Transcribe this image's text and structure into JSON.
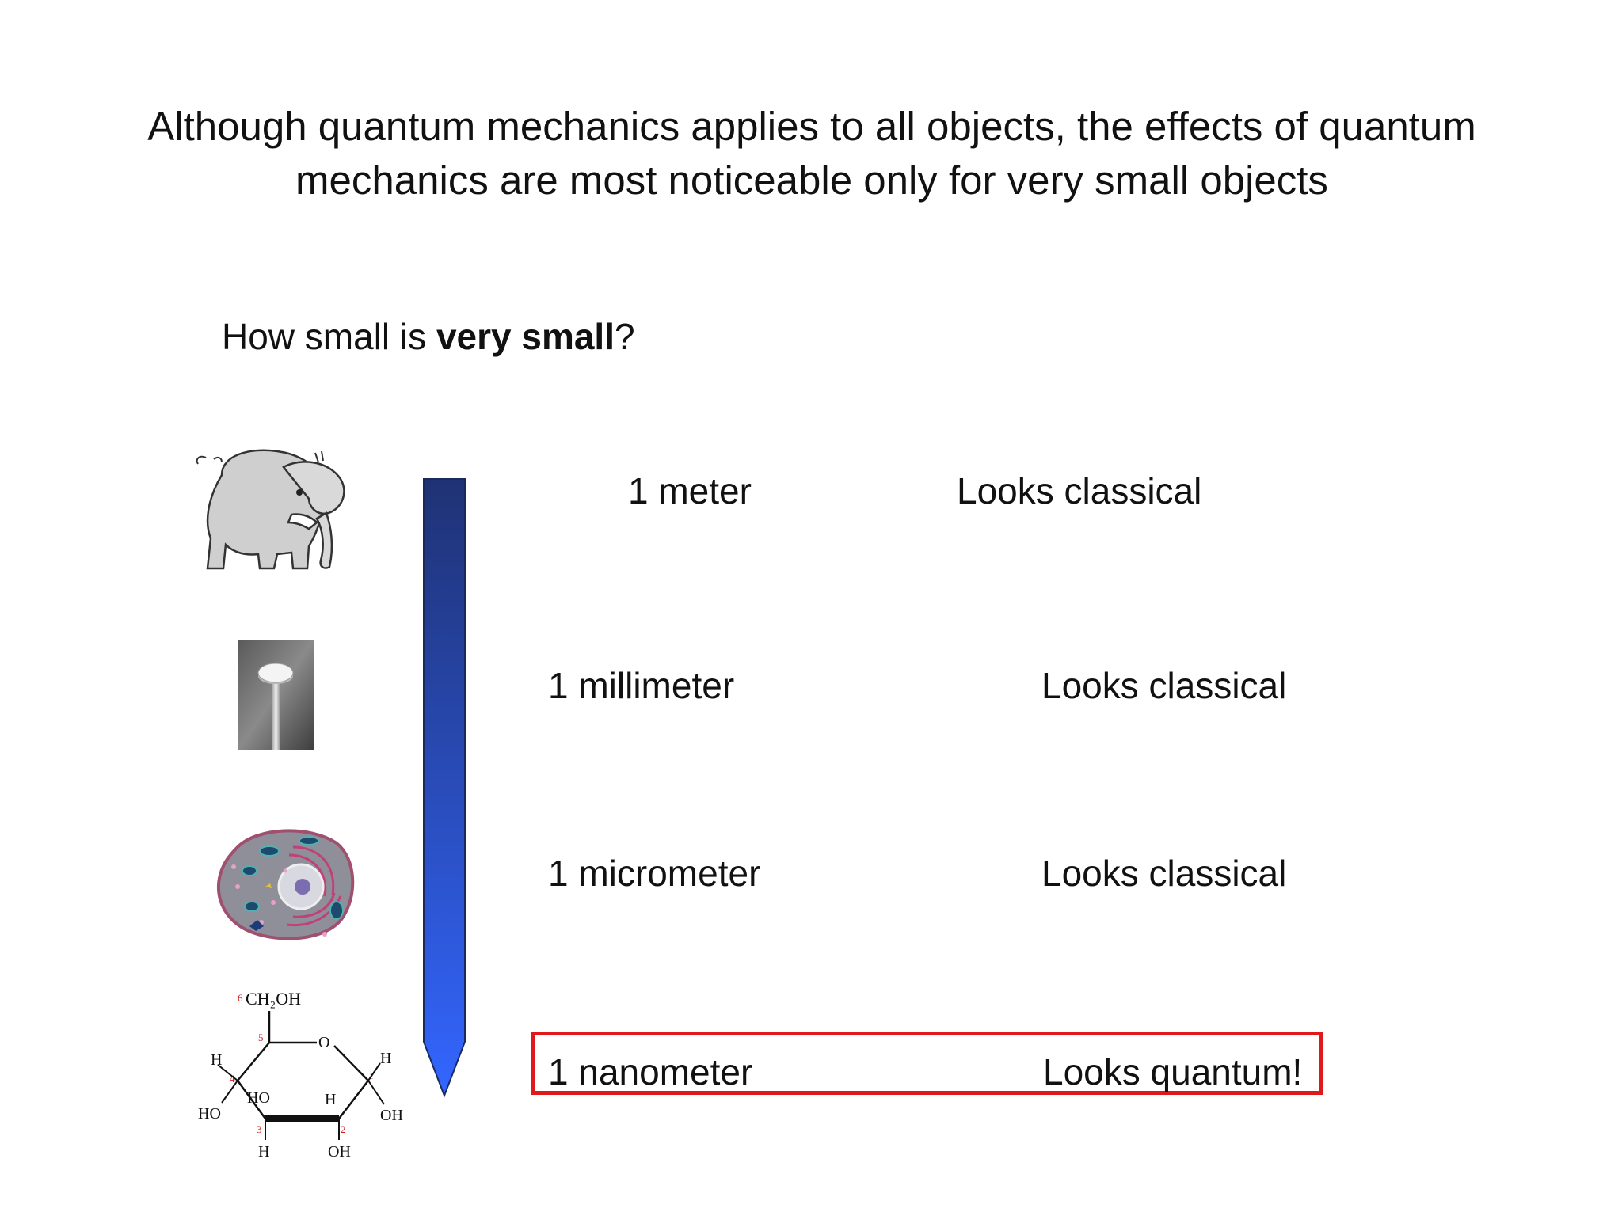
{
  "title_line1": "Although quantum mechanics applies to all objects, the effects of quantum",
  "title_line2": "mechanics are most noticeable only for very small objects",
  "question": {
    "prefix": "How small is ",
    "bold": "very small",
    "suffix": "?"
  },
  "arrow_colors": {
    "top": "#1f3274",
    "bottom": "#3366ff"
  },
  "highlight_color": "#e0191b",
  "rows": [
    {
      "size": "1 meter",
      "verdict": "Looks classical",
      "icon": "elephant-icon"
    },
    {
      "size": "1 millimeter",
      "verdict": "Looks classical",
      "icon": "pin-icon"
    },
    {
      "size": "1 micrometer",
      "verdict": "Looks classical",
      "icon": "cell-icon"
    },
    {
      "size": "1 nanometer",
      "verdict": "Looks quantum!",
      "icon": "glucose-molecule-icon"
    }
  ],
  "molecule_labels": {
    "ch2oh": "CH₂OH",
    "o": "O",
    "h": "H",
    "ho": "HO",
    "oh": "OH",
    "n1": "1",
    "n2": "2",
    "n3": "3",
    "n4": "4",
    "n5": "5",
    "n6": "6"
  }
}
